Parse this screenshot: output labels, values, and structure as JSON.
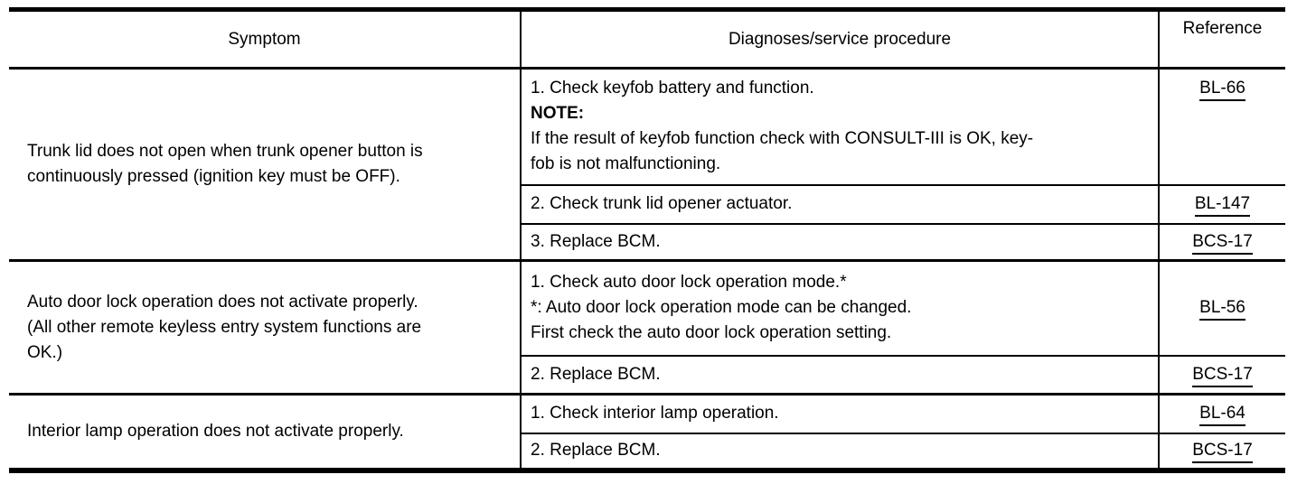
{
  "colors": {
    "background": "#ffffff",
    "text": "#000000",
    "border": "#000000",
    "link": "#000000"
  },
  "table": {
    "columns": [
      {
        "label": "Symptom"
      },
      {
        "label": "Diagnoses/service procedure"
      },
      {
        "label": "Reference"
      }
    ],
    "groups": [
      {
        "symptom_lines": [
          "Trunk lid does not open when trunk opener button is",
          "continuously pressed (ignition key must be OFF)."
        ],
        "steps": [
          {
            "procedure_lines": [
              {
                "text": "1. Check keyfob battery and function.",
                "bold": false
              },
              {
                "text": "NOTE:",
                "bold": true
              },
              {
                "text": "If the result of keyfob function check with CONSULT-III is OK, key-",
                "bold": false
              },
              {
                "text": "fob is not malfunctioning.",
                "bold": false
              }
            ],
            "reference": "BL-66"
          },
          {
            "procedure_lines": [
              {
                "text": "2. Check trunk lid opener actuator.",
                "bold": false
              }
            ],
            "reference": "BL-147"
          },
          {
            "procedure_lines": [
              {
                "text": "3. Replace BCM.",
                "bold": false
              }
            ],
            "reference": "BCS-17"
          }
        ]
      },
      {
        "symptom_lines": [
          "Auto door lock operation does not activate properly.",
          "(All other remote keyless entry system functions are",
          "OK.)"
        ],
        "steps": [
          {
            "procedure_lines": [
              {
                "text": "1. Check auto door lock operation mode.*",
                "bold": false
              },
              {
                "text": "*: Auto door lock operation mode can be changed.",
                "bold": false
              },
              {
                "text": "First check the auto door lock operation setting.",
                "bold": false
              }
            ],
            "reference": "BL-56"
          },
          {
            "procedure_lines": [
              {
                "text": "2. Replace BCM.",
                "bold": false
              }
            ],
            "reference": "BCS-17"
          }
        ]
      },
      {
        "symptom_lines": [
          "Interior lamp operation does not activate properly."
        ],
        "steps": [
          {
            "procedure_lines": [
              {
                "text": "1. Check interior lamp operation.",
                "bold": false
              }
            ],
            "reference": "BL-64"
          },
          {
            "procedure_lines": [
              {
                "text": "2. Replace BCM.",
                "bold": false
              }
            ],
            "reference": "BCS-17"
          }
        ]
      }
    ]
  }
}
